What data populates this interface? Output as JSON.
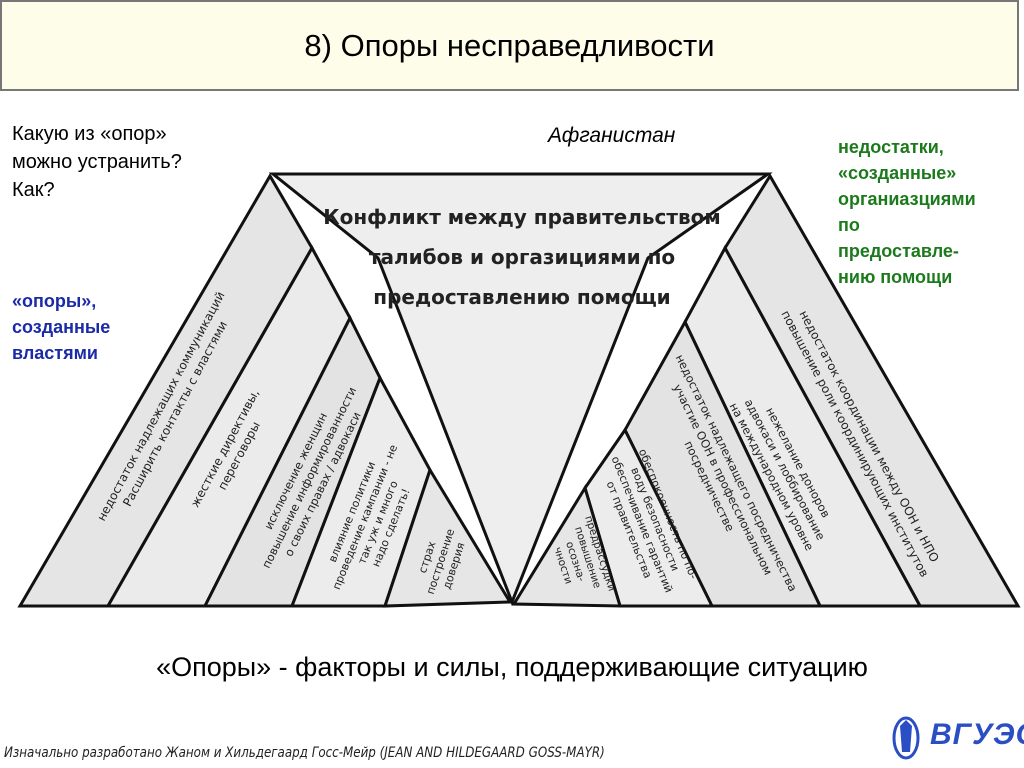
{
  "title": "8) Опоры несправедливости",
  "question": [
    "Какую из «опор»",
    "можно устранить?",
    "Как?"
  ],
  "left_note": [
    "«опоры»,",
    "созданные",
    "властями"
  ],
  "country": "Афганистан",
  "right_note": [
    "недостатки,",
    "«созданные»",
    "органиазциями",
    "по",
    "предоставле-",
    "нию помощи"
  ],
  "top_box": [
    "Конфликт между правительством",
    "талибов и оргазициями по",
    "предоставлению помощи"
  ],
  "left_pillars": [
    [
      "недостаток надлежащих коммуникаций",
      "Расширить контакты с властями"
    ],
    [
      "жесткие директивы,",
      "переговоры"
    ],
    [
      "исключение женщин",
      "повышение информированности",
      "о своих правах / адвокаси"
    ],
    [
      "влияние политики",
      "проведение кампании - не",
      "так уж и много",
      "надо сделать!"
    ],
    [
      "страх",
      "построение",
      "доверия"
    ]
  ],
  "right_pillars": [
    [
      "недостаток координации между ООН и НПО",
      "повышение роли координирующих институтов"
    ],
    [
      "нежелание доноров",
      "адвокаси и лоббирование",
      "на международном уровне"
    ],
    [
      "недостаток надлежащего посредничества",
      "участие ООН в профессиональном",
      "посредничестве"
    ],
    [
      "обеспокоенность по по-",
      "воду безопасности",
      "обеспечивание гарантий",
      "от правительства"
    ],
    [
      "предрассудки",
      "повышение",
      "осозна-",
      "чности"
    ]
  ],
  "caption": "«Опоры» - факторы и силы, поддерживающие ситуацию",
  "credit": "Изначально разработано Жаном и Хильдегаард Госс-Мейр (JEAN AND HILDEGAARD GOSS-MAYR)",
  "logo_text": "ВГУЭС"
}
